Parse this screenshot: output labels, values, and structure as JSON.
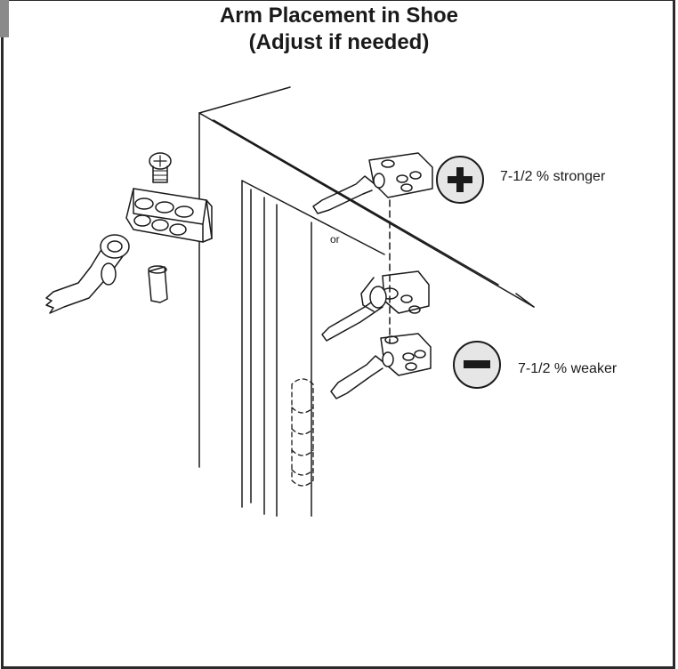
{
  "title": {
    "line1": "Arm Placement in Shoe",
    "line2": "(Adjust if needed)"
  },
  "labels": {
    "stronger": "7-1/2 % stronger",
    "weaker": "7-1/2 % weaker",
    "or": "or"
  },
  "icons": {
    "plus": "plus-circle-icon",
    "minus": "minus-circle-icon"
  },
  "colors": {
    "line": "#1a1a1a",
    "frame": "#2a2a2a",
    "icon_fill": "#e6e6e6"
  }
}
